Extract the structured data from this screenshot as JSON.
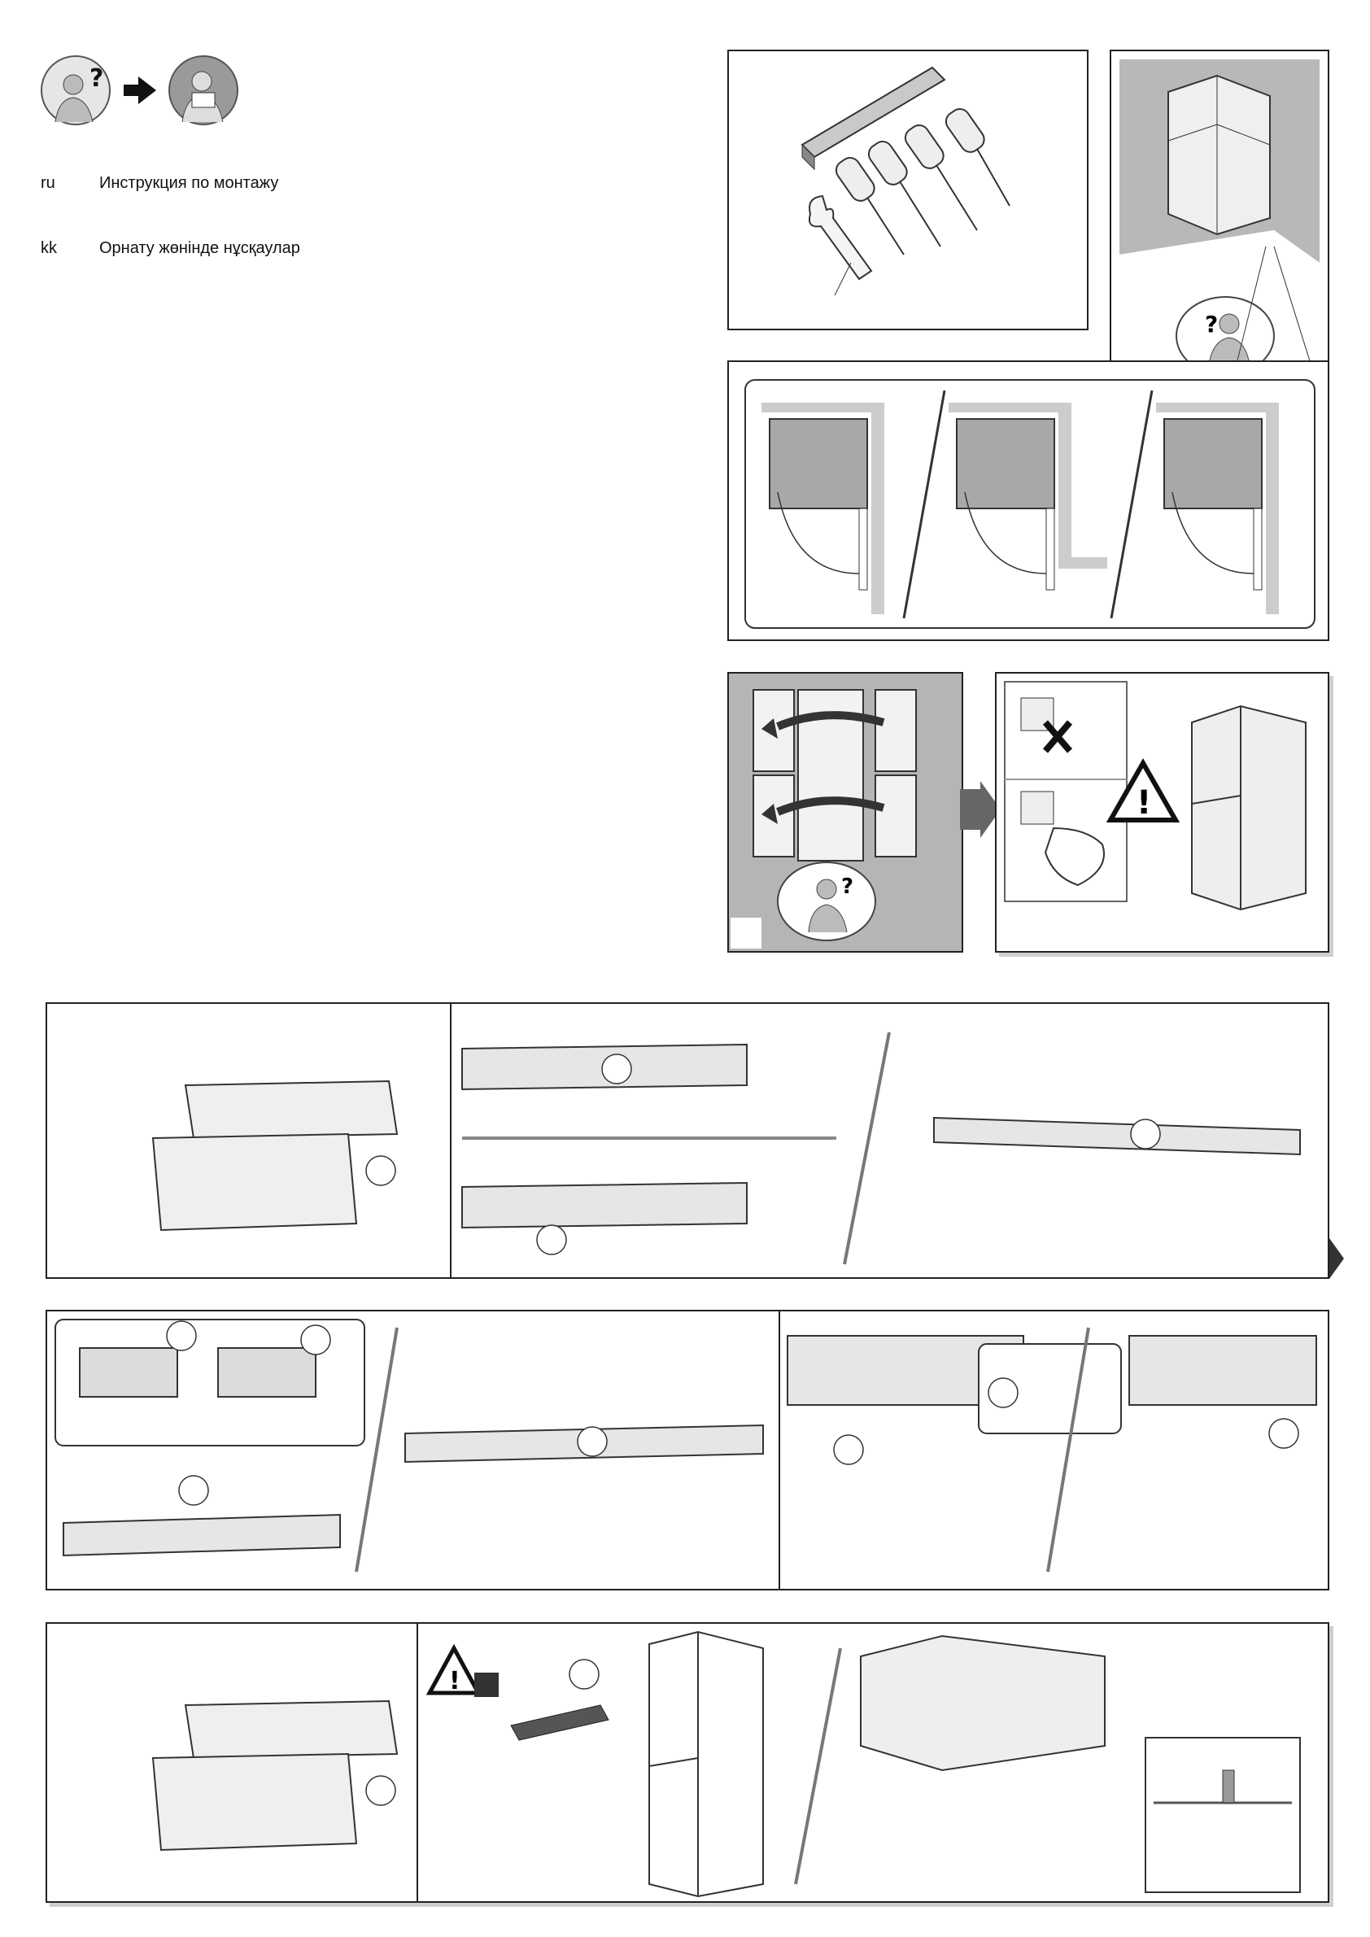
{
  "header": {
    "icons": [
      "help-person-icon",
      "arrow-right-icon",
      "reading-manual-icon"
    ]
  },
  "languages": [
    {
      "code": "ru",
      "label": "Инструкция по монтажу"
    },
    {
      "code": "kk",
      "label": "Орнату жөнінде нұсқаулар"
    }
  ],
  "colors": {
    "panel_border": "#222222",
    "gray_panel": "#b5b5b5",
    "appliance": "#dcdcdc"
  }
}
